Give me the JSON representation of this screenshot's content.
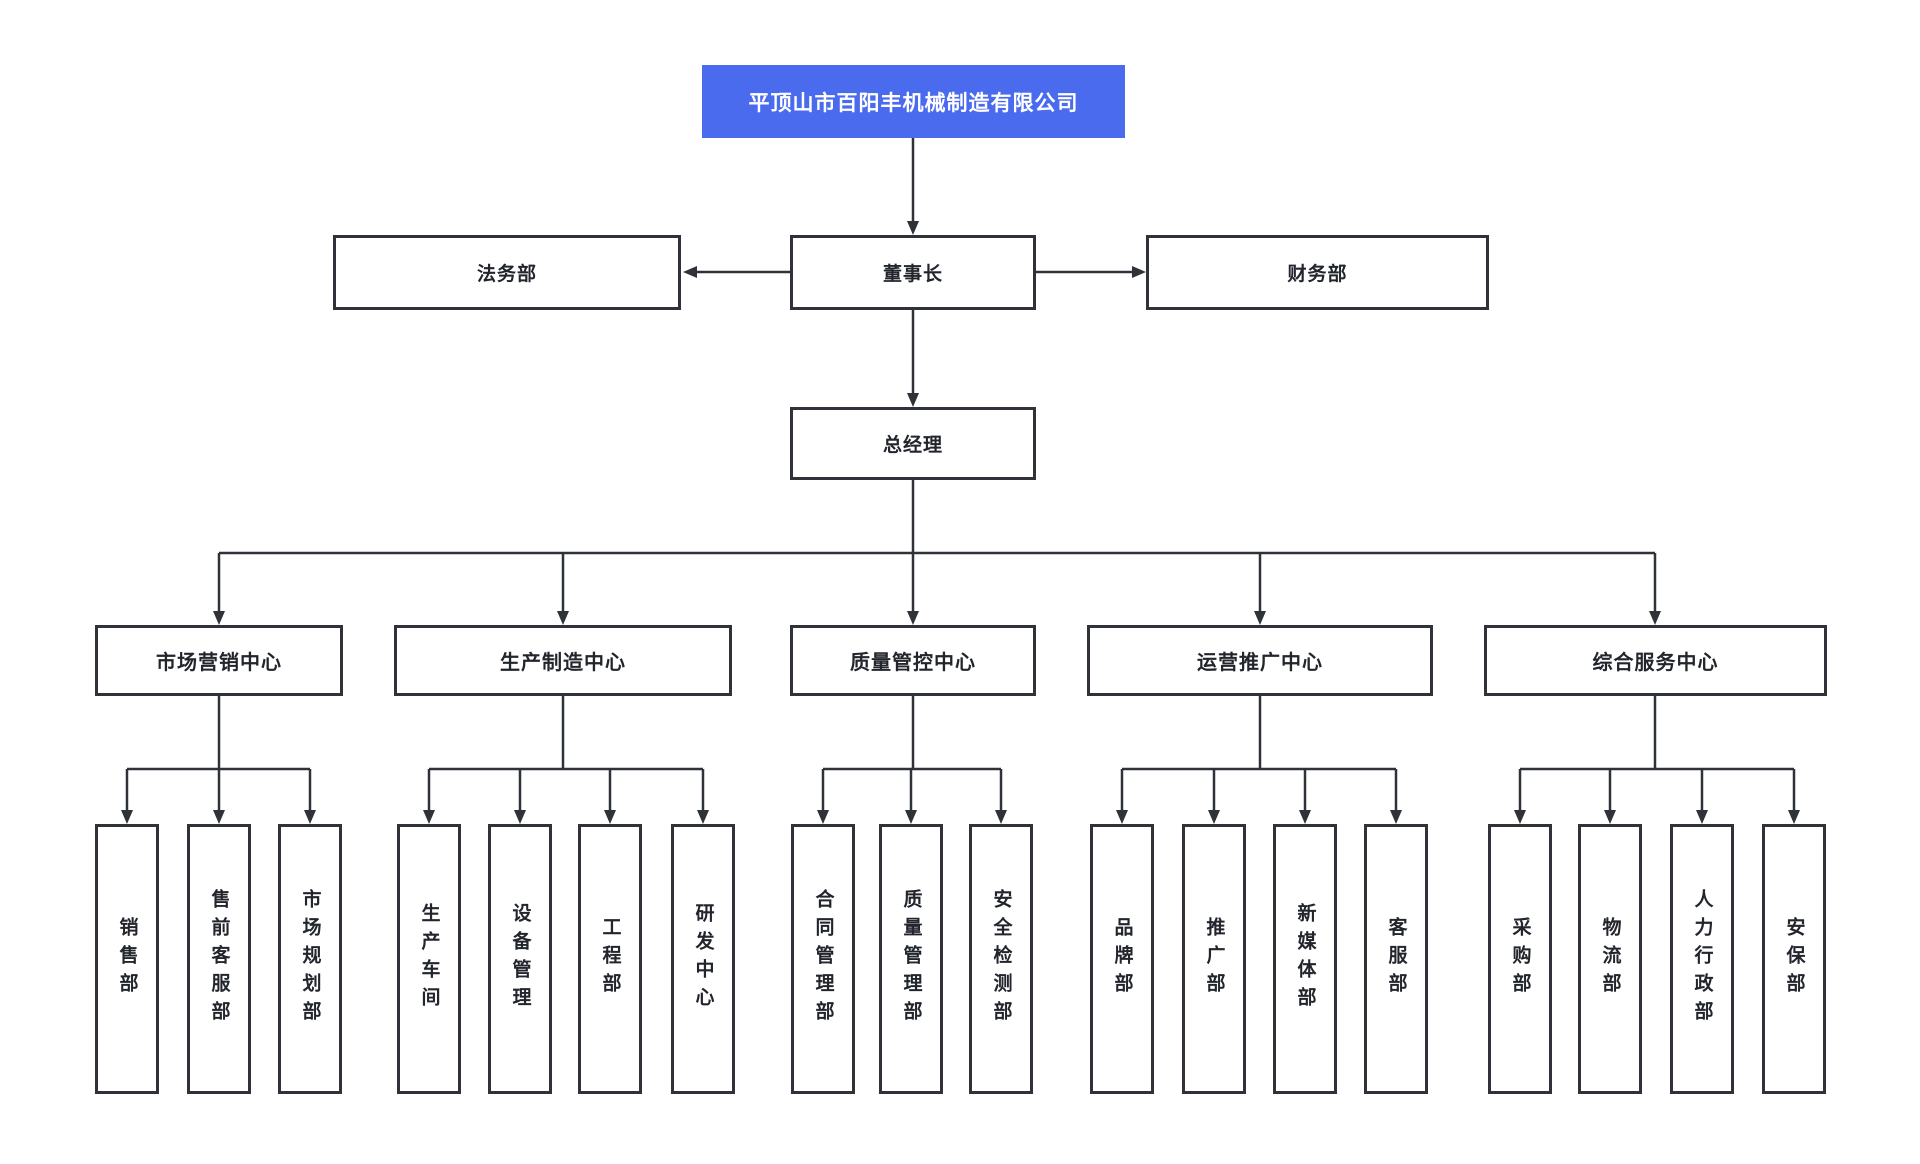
{
  "diagram": {
    "type": "org-chart",
    "colors": {
      "root_background": "#4b6bef",
      "root_text": "#ffffff",
      "node_background": "#ffffff",
      "node_border": "#2f3239",
      "node_text": "#22262c",
      "connector_line": "#2f3239",
      "page_background": "#ffffff"
    },
    "root": {
      "label": "平顶山市百阳丰机械制造有限公司"
    },
    "level2": {
      "left": {
        "label": "法务部"
      },
      "chairman": {
        "label": "董事长"
      },
      "right": {
        "label": "财务部"
      }
    },
    "level3": {
      "label": "总经理"
    },
    "centers": [
      {
        "label": "市场营销中心",
        "departments": [
          "销售部",
          "售前客服部",
          "市场规划部"
        ]
      },
      {
        "label": "生产制造中心",
        "departments": [
          "生产车间",
          "设备管理",
          "工程部",
          "研发中心"
        ]
      },
      {
        "label": "质量管控中心",
        "departments": [
          "合同管理部",
          "质量管理部",
          "安全检测部"
        ]
      },
      {
        "label": "运营推广中心",
        "departments": [
          "品牌部",
          "推广部",
          "新媒体部",
          "客服部"
        ]
      },
      {
        "label": "综合服务中心",
        "departments": [
          "采购部",
          "物流部",
          "人力行政部",
          "安保部"
        ]
      }
    ]
  }
}
